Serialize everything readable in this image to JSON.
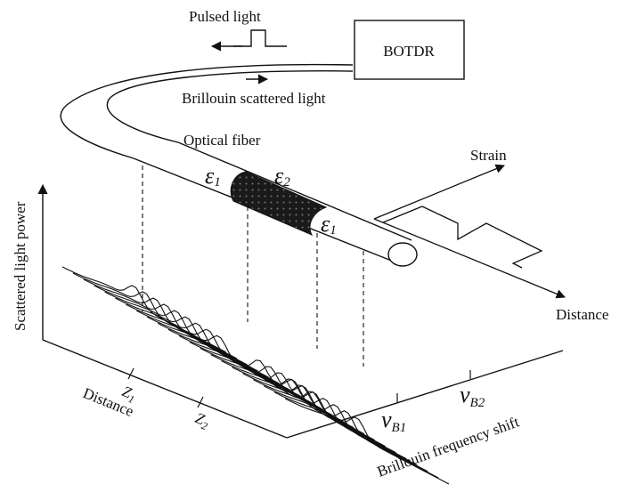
{
  "device": {
    "label": "BOTDR"
  },
  "signals": {
    "pulsed_light": "Pulsed light",
    "brillouin_scattered": "Brillouin scattered light"
  },
  "fiber": {
    "label": "Optical fiber",
    "strain_1_symbol": "ε",
    "strain_1_sub": "1",
    "strain_2_symbol": "ε",
    "strain_2_sub": "2",
    "strain_3_symbol": "ε",
    "strain_3_sub": "1"
  },
  "strain_profile": {
    "strain_axis": "Strain",
    "distance_axis": "Distance"
  },
  "plot3d": {
    "y_axis": "Scattered light power",
    "x_axis": "Distance",
    "z1": "Z",
    "z1_sub": "1",
    "z2": "Z",
    "z2_sub": "2",
    "freq_axis": "Brillouin frequency shift",
    "vb1": "ν",
    "vb1_sub": "B1",
    "vb2": "ν",
    "vb2_sub": "B2"
  },
  "colors": {
    "line": "#111111",
    "dotted_fill": "#1a1a1a"
  }
}
